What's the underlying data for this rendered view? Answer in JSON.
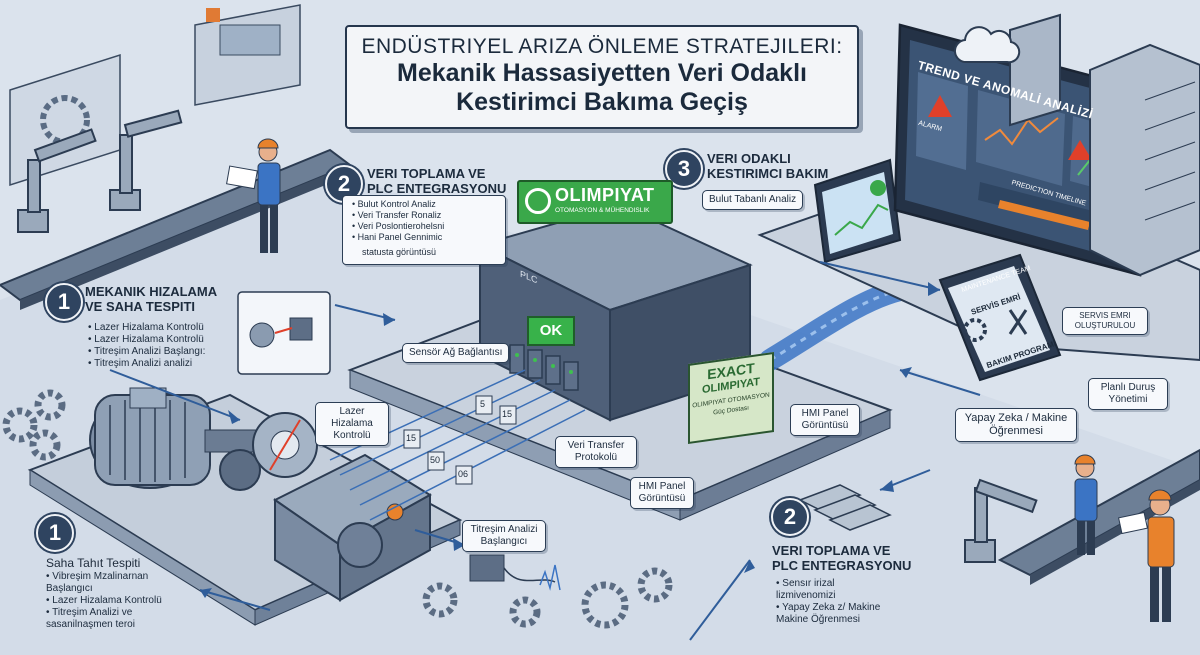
{
  "title": {
    "line1": "ENDÜSTRIYEL ARIZA ÖNLEME STRATEJILERI:",
    "line2": "Mekanik Hassasiyetten Veri Odaklı",
    "line3": "Kestirimci Bakıma Geçiş"
  },
  "step1_top": {
    "number": "1",
    "title_line1": "MEKANIK HIZALAMA",
    "title_line2": "VE SAHA TESPITI",
    "items": [
      "Lazer Hizalama Kontrolü",
      "Lazer Hizalama Kontrolü",
      "Titreşim Analizi Başlangı:",
      "Titreşim Analizi analizi"
    ]
  },
  "step2_top": {
    "number": "2",
    "title_line1": "VERI TOPLAMA VE",
    "title_line2": "PLC ENTEGRASYONU",
    "items": [
      "Bulut Kontrol Analiz",
      "Veri Transfer Ronaliz",
      "Veri Poslontierohelsni",
      "Hani Panel Gennimic"
    ],
    "tail": "statusta görüntüsü"
  },
  "step3_top": {
    "number": "3",
    "title_line1": "VERI ODAKLI",
    "title_line2": "KESTIRIMCI BAKIM"
  },
  "step1_bottom": {
    "number": "1",
    "title": "Saha Tahıt Tespiti",
    "items": [
      "Vibreşim Mzalinarnan Başlangıcı",
      "Lazer Hizalama Kontrolü",
      "Titreşim Analizi ve sasanilnaşmen teroi"
    ]
  },
  "step2_bottom": {
    "number": "2",
    "title_line1": "VERI TOPLAMA VE",
    "title_line2": "PLC ENTEGRASYONU",
    "items": [
      "Sensır irizal lizmivenomizi",
      "Yapay Zeka z/ Makine Makine Öğrenmesi"
    ]
  },
  "tags": {
    "sensor": "Sensör Ağ Bağlantısı",
    "laser": "Lazer Hizalama Kontrolü",
    "vibration": "Titreşim Analizi Başlangıcı",
    "transfer": "Veri Transfer Protokolü",
    "hmi1": "HMI Panel Görüntüsü",
    "hmi2": "HMI Panel Görüntüsü",
    "cloud": "Bulut Tabanlı Analiz",
    "ai": "Yapay Zeka / Makine Öğrenmesi",
    "service": "SERVIS EMRI OLUŞTURULOU",
    "planned": "Planlı Duruş Yönetimi"
  },
  "logo": {
    "name": "OLIMPIYAT",
    "sub": "OTOMASYON & MÜHENDISLIK"
  },
  "plc": {
    "status": "OK",
    "label": "PLC"
  },
  "exact_label": {
    "line1": "EXACT",
    "line2": "OLIMPIYAT",
    "line3": "OLIMPIYAT OTOMASYON",
    "line4": "Güç Dostası"
  },
  "monitor": {
    "title": "TREND VE ANOMALİ ANALİZİ",
    "alarm": "ALARM",
    "prediction": "PREDICTION TIMELINE"
  },
  "tablet": {
    "team": "MAINTENANCE TEAM",
    "line1": "SERVİS EMRİ",
    "line2": "BAKIM PROGRAMI"
  },
  "data_bits": [
    "5",
    "15",
    "15",
    "50",
    "06"
  ],
  "colors": {
    "background": "#dfe7f0",
    "dark": "#2f4460",
    "accent_green": "#38b24a",
    "worker_orange": "#e8822c",
    "data_blue": "#3b74c4",
    "alarm_red": "#d84a2a"
  }
}
